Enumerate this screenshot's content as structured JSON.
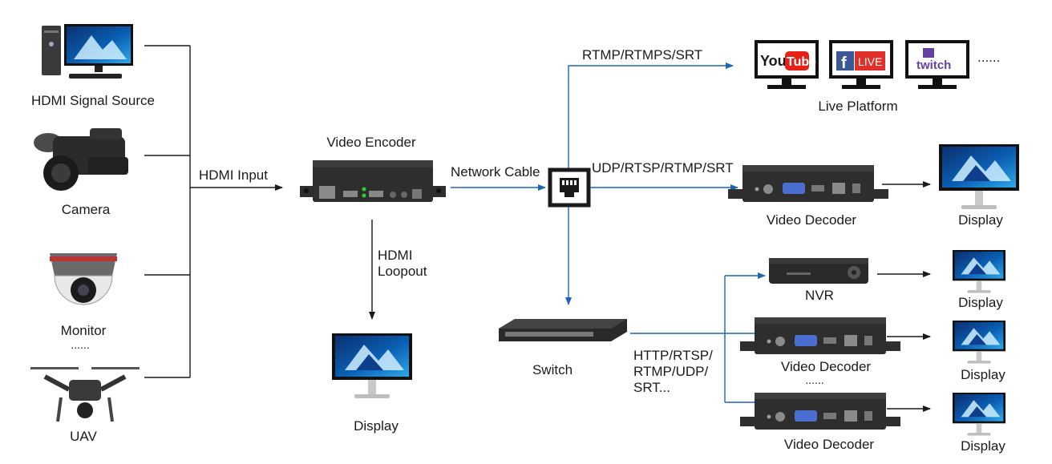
{
  "sources": {
    "hdmi_signal_source": "HDMI Signal Source",
    "camera": "Camera",
    "monitor": "Monitor",
    "monitor_ellipsis": "......",
    "uav": "UAV"
  },
  "links": {
    "hdmi_input": "HDMI Input",
    "hdmi_loopout": "HDMI\nLoopout",
    "network_cable": "Network Cable",
    "rtmp_rtmps_srt": "RTMP/RTMPS/SRT",
    "udp_rtsp_rtmp_srt": "UDP/RTSP/RTMP/SRT",
    "http_rtsp_rtmp_udp_srt": "HTTP/RTSP/\nRTMP/UDP/\nSRT..."
  },
  "devices": {
    "video_encoder": "Video Encoder",
    "switch": "Switch",
    "video_decoder_top": "Video Decoder",
    "nvr": "NVR",
    "video_decoder_mid": "Video Decoder",
    "decoder_ellipsis": "......",
    "video_decoder_bottom": "Video Decoder"
  },
  "displays": {
    "loopout": "Display",
    "decoder_top": "Display",
    "nvr": "Display",
    "decoder_mid": "Display",
    "decoder_bottom": "Display"
  },
  "live_platform": {
    "label": "Live Platform",
    "youtube_you": "You",
    "youtube_tube": "Tube",
    "facebook_f": "f",
    "facebook_live": "LIVE",
    "twitch": "twitch",
    "more": "......"
  },
  "colors": {
    "arrow_blue": "#1e63b5",
    "line_black": "#1a1a1a",
    "device_body": "#2e2e2e",
    "youtube_red": "#e62117",
    "facebook_blue": "#3b5998",
    "twitch_purple": "#6441a5",
    "screen_blue": "#0a5fb4"
  }
}
